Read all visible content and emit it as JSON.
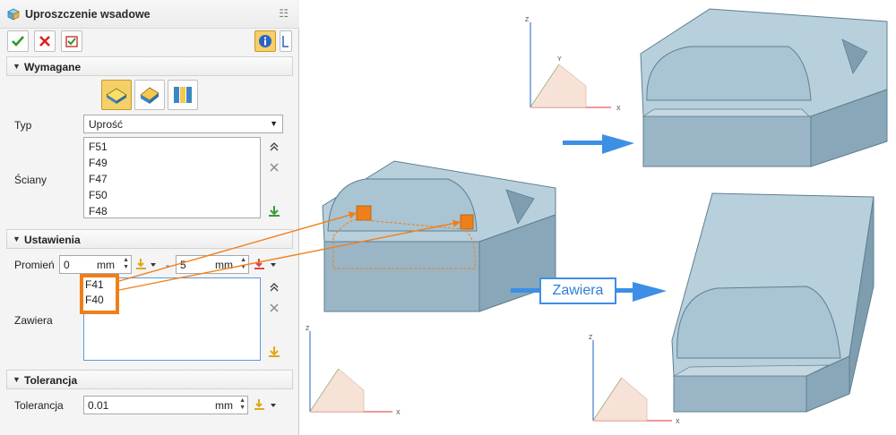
{
  "panel": {
    "title": "Uproszczenie wsadowe",
    "sections": {
      "required": "Wymagane",
      "settings": "Ustawienia",
      "tolerance": "Tolerancja"
    },
    "type_label": "Typ",
    "type_value": "Uprość",
    "faces_label": "Ściany",
    "faces": [
      "F51",
      "F49",
      "F47",
      "F50",
      "F48"
    ],
    "radius_label": "Promień",
    "radius_min": "0",
    "radius_max": "5",
    "unit": "mm",
    "contains_label": "Zawiera",
    "contains_items": [
      "F41",
      "F40"
    ],
    "tolerance_label": "Tolerancja",
    "tolerance_value": "0.01"
  },
  "illustration": {
    "zawiera_label": "Zawiera",
    "axis": {
      "x": "X",
      "y": "Y",
      "z": "Z"
    },
    "colors": {
      "model": "#9ab6c6",
      "highlight": "#ef7f1a",
      "arrow": "#3d8fe6"
    }
  }
}
